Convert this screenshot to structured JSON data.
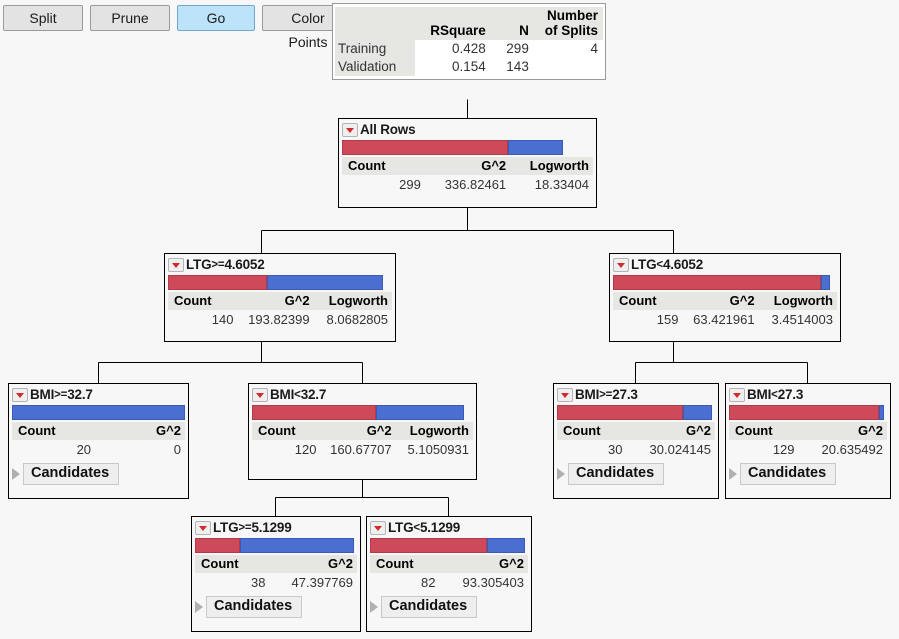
{
  "toolbar": {
    "buttons": [
      {
        "label": "Split",
        "name": "split-button",
        "highlighted": false
      },
      {
        "label": "Prune",
        "name": "prune-button",
        "highlighted": false
      },
      {
        "label": "Go",
        "name": "go-button",
        "highlighted": true
      },
      {
        "label": "Color Points",
        "name": "color-points-button",
        "highlighted": false
      }
    ]
  },
  "summary": {
    "columns": [
      "",
      "RSquare",
      "N",
      "Number of Splits"
    ],
    "col_header_rsquare": "RSquare",
    "col_header_n": "N",
    "col_header_splits_line1": "Number",
    "col_header_splits_line2": "of Splits",
    "rows": [
      {
        "label": "Training",
        "rsquare": "0.428",
        "n": "299",
        "splits": "4"
      },
      {
        "label": "Validation",
        "rsquare": "0.154",
        "n": "143",
        "splits": ""
      }
    ]
  },
  "colors": {
    "red": "#ce4a5a",
    "blue": "#4a6fd0",
    "go_highlight": "#bde3fb",
    "header_gray": "#e6e6e3",
    "canvas": "#f7f7f7"
  },
  "tree": {
    "stat_labels": {
      "count": "Count",
      "g2": "G^2",
      "logworth": "Logworth"
    },
    "candidates_label": "Candidates",
    "nodes": [
      {
        "id": "root",
        "name": "tree-node-all-rows",
        "title": "All Rows",
        "title_var": "All Rows",
        "title_op": "",
        "title_val": "",
        "count": "299",
        "g2": "336.82461",
        "logworth": "18.33404",
        "has_logworth": true,
        "has_candidates": false,
        "red_pct": 66,
        "blue_pct": 22
      },
      {
        "id": "ltg-ge-4.6052",
        "name": "tree-node-ltg-ge-4-6052",
        "title": "LTG>=4.6052",
        "title_var": "LTG",
        "title_op": ">=",
        "title_val": "4.6052",
        "count": "140",
        "g2": "193.82399",
        "logworth": "8.0682805",
        "has_logworth": true,
        "has_candidates": false,
        "red_pct": 44,
        "blue_pct": 52
      },
      {
        "id": "ltg-lt-4.6052",
        "name": "tree-node-ltg-lt-4-6052",
        "title": "LTG<4.6052",
        "title_var": "LTG",
        "title_op": "<",
        "title_val": "4.6052",
        "count": "159",
        "g2": "63.421961",
        "logworth": "3.4514003",
        "has_logworth": true,
        "has_candidates": false,
        "red_pct": 93,
        "blue_pct": 4
      },
      {
        "id": "bmi-ge-32.7",
        "name": "tree-node-bmi-ge-32-7",
        "title": "BMI>=32.7",
        "title_var": "BMI",
        "title_op": ">=",
        "title_val": "32.7",
        "count": "20",
        "g2": "0",
        "logworth": "",
        "has_logworth": false,
        "has_candidates": true,
        "red_pct": 0,
        "blue_pct": 100
      },
      {
        "id": "bmi-lt-32.7",
        "name": "tree-node-bmi-lt-32-7",
        "title": "BMI<32.7",
        "title_var": "BMI",
        "title_op": "<",
        "title_val": "32.7",
        "count": "120",
        "g2": "160.67707",
        "logworth": "5.1050931",
        "has_logworth": true,
        "has_candidates": false,
        "red_pct": 56,
        "blue_pct": 40
      },
      {
        "id": "bmi-ge-27.3",
        "name": "tree-node-bmi-ge-27-3",
        "title": "BMI>=27.3",
        "title_var": "BMI",
        "title_op": ">=",
        "title_val": "27.3",
        "count": "30",
        "g2": "30.024145",
        "logworth": "",
        "has_logworth": false,
        "has_candidates": true,
        "red_pct": 82,
        "blue_pct": 18
      },
      {
        "id": "bmi-lt-27.3",
        "name": "tree-node-bmi-lt-27-3",
        "title": "BMI<27.3",
        "title_var": "BMI",
        "title_op": "<",
        "title_val": "27.3",
        "count": "129",
        "g2": "20.635492",
        "logworth": "",
        "has_logworth": false,
        "has_candidates": true,
        "red_pct": 96,
        "blue_pct": 3
      },
      {
        "id": "ltg-ge-5.1299",
        "name": "tree-node-ltg-ge-5-1299",
        "title": "LTG>=5.1299",
        "title_var": "LTG",
        "title_op": ">=",
        "title_val": "5.1299",
        "count": "38",
        "g2": "47.397769",
        "logworth": "",
        "has_logworth": false,
        "has_candidates": true,
        "red_pct": 29,
        "blue_pct": 70
      },
      {
        "id": "ltg-lt-5.1299",
        "name": "tree-node-ltg-lt-5-1299",
        "title": "LTG<5.1299",
        "title_var": "LTG",
        "title_op": "<",
        "title_val": "5.1299",
        "count": "82",
        "g2": "93.305403",
        "logworth": "",
        "has_logworth": false,
        "has_candidates": true,
        "red_pct": 75,
        "blue_pct": 24
      }
    ]
  }
}
